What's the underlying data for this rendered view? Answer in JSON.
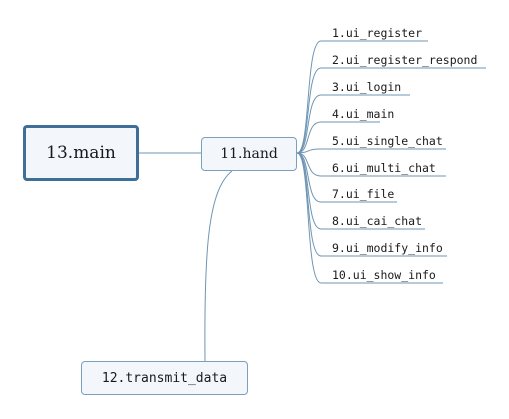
{
  "root": {
    "label": "13.main"
  },
  "hub": {
    "label": "11.hand"
  },
  "bottom": {
    "label": "12.transmit_data"
  },
  "leaves": [
    "1.ui_register",
    "2.ui_register_respond",
    "3.ui_login",
    "4.ui_main",
    "5.ui_single_chat",
    "6.ui_multi_chat",
    "7.ui_file",
    "8.ui_cai_chat",
    "9.ui_modify_info",
    "10.ui_show_info"
  ],
  "colors": {
    "line": "#6f95b4",
    "node_border": "#7ba0be",
    "root_border": "#3f6f97",
    "node_fill": "#f3f7fc"
  }
}
